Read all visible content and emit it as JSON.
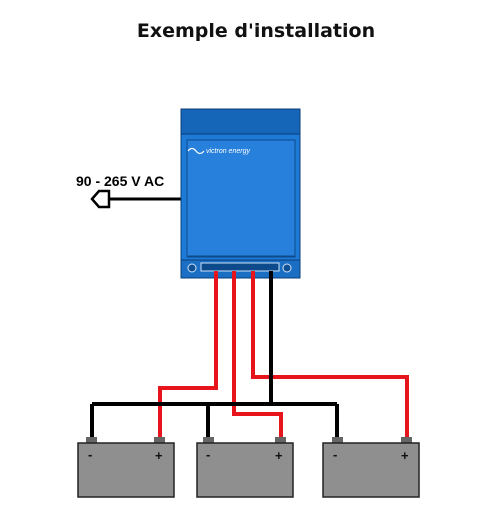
{
  "title": "Exemple d'installation",
  "input_label": "90 - 265 V AC",
  "charger": {
    "brand": "victron energy",
    "color": "#1a73c8"
  },
  "batteries": [
    {
      "minus_label": "-",
      "plus_label": "+"
    },
    {
      "minus_label": "-",
      "plus_label": "+"
    },
    {
      "minus_label": "-",
      "plus_label": "+"
    }
  ],
  "colors": {
    "positive_wire": "#e8141c",
    "negative_wire": "#000000",
    "battery_fill": "#8f8f8f"
  }
}
